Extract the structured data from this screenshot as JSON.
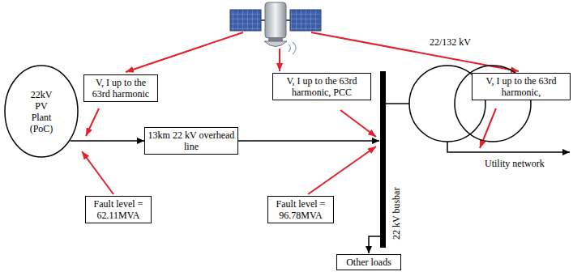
{
  "diagram": {
    "nodes": [
      {
        "text": [
          "22kV PV Plant (PoC)"
        ]
      },
      {
        "text": [
          "V, I up to the 63rd harmonic"
        ]
      },
      {
        "text": [
          "13km 22 kV overhead line"
        ]
      },
      {
        "text": [
          "Fault level = 62.11MVA"
        ]
      },
      {
        "text": [
          "V, I up to the 63rd harmonic, PCC"
        ]
      },
      {
        "text": [
          "Fault level = 96.78MVA"
        ]
      },
      {
        "text": [
          "V, I up to the 63rd harmonic,"
        ]
      },
      {
        "text": [
          "Other loads"
        ]
      }
    ],
    "edges": [
      {
        "from": 0,
        "to": 2,
        "arrow": "to"
      }
    ],
    "labels": [
      "22/132 kV",
      "22 kV busbar",
      "Utility network"
    ]
  }
}
